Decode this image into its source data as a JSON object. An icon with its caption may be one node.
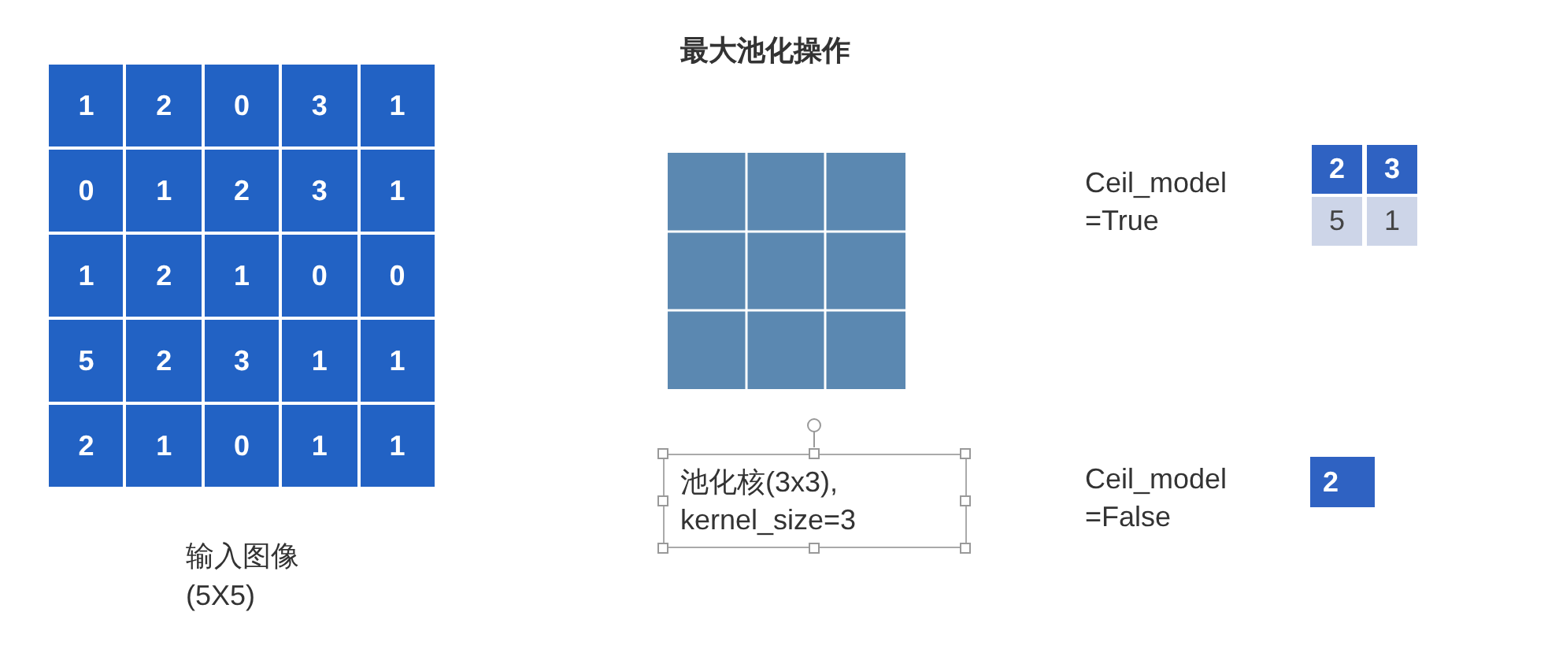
{
  "diagram": {
    "title": "最大池化操作",
    "nodes": [
      {
        "text": [
          "池化核(3x3), kernel_size=3"
        ]
      }
    ],
    "labels": [
      "1",
      "2",
      "0",
      "3",
      "1",
      "0",
      "1",
      "2",
      "3",
      "1",
      "1",
      "2",
      "1",
      "0",
      "0",
      "5",
      "2",
      "3",
      "1",
      "1",
      "2",
      "1",
      "0",
      "1",
      "1",
      "输入图像",
      "(5X5)",
      "Ceil_model =True",
      "2",
      "3",
      "5",
      "1",
      "Ceil_model =False",
      "2"
    ]
  }
}
